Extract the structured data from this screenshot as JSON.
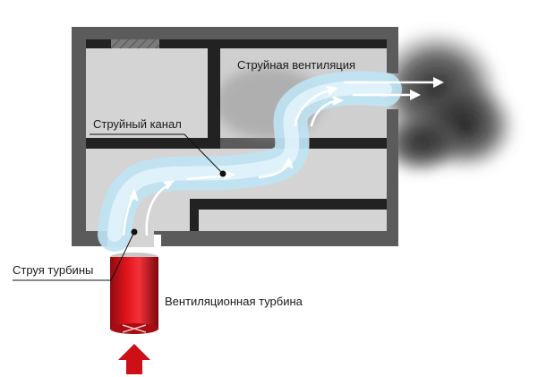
{
  "labels": {
    "jet_ventilation": "Струйная вентиляция",
    "jet_channel": "Струйный канал",
    "turbine_jet": "Струя турбины",
    "ventilation_turbine": "Вентиляционная турбина"
  },
  "colors": {
    "wall_dark": "#5a5a5a",
    "room_fill": "#d4d4d4",
    "wall_black": "#222222",
    "air_flow": "#bfe3f3",
    "arrow_white": "#ffffff",
    "turbine_red": "#d8121a",
    "inlet_arrow": "#cc1016",
    "smoke": "#2b2b2b"
  }
}
